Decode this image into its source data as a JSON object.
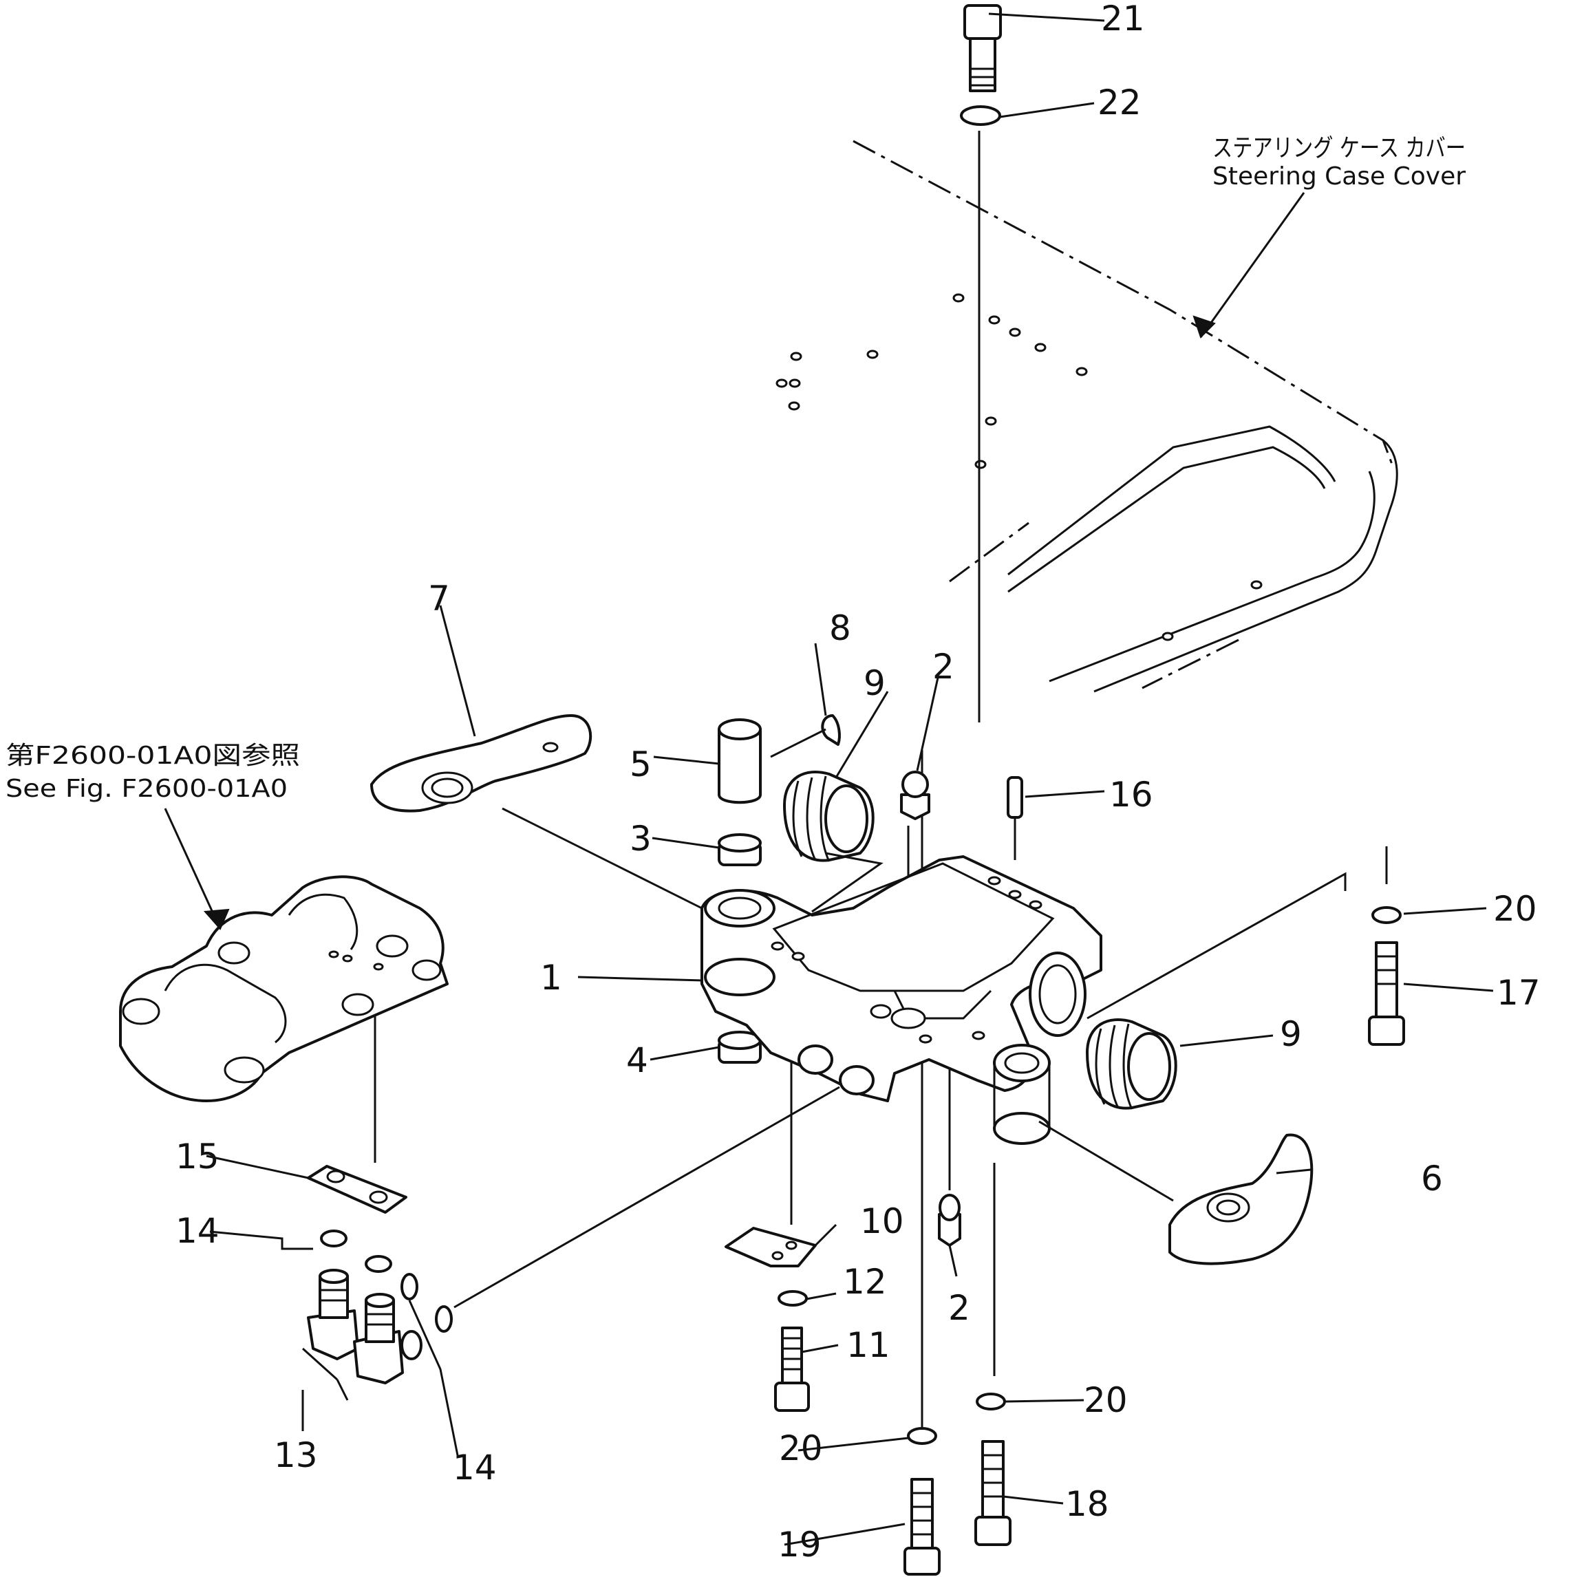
{
  "notes": {
    "steering_cover_jp": "ステアリング ケース カバー",
    "steering_cover_en": "Steering Case Cover",
    "ref_jp": "第F2600-01A0図参照",
    "ref_en": "See Fig. F2600-01A0"
  },
  "callouts": {
    "c1": "1",
    "c2a": "2",
    "c2b": "2",
    "c3": "3",
    "c4": "4",
    "c5": "5",
    "c6": "6",
    "c7": "7",
    "c8": "8",
    "c9a": "9",
    "c9b": "9",
    "c10": "10",
    "c11": "11",
    "c12": "12",
    "c13": "13",
    "c14a": "14",
    "c14b": "14",
    "c15": "15",
    "c16": "16",
    "c17": "17",
    "c18": "18",
    "c19": "19",
    "c20a": "20",
    "c20b": "20",
    "c20c": "20",
    "c21": "21",
    "c22": "22"
  },
  "colors": {
    "ink": "#111111",
    "paper": "#ffffff"
  }
}
